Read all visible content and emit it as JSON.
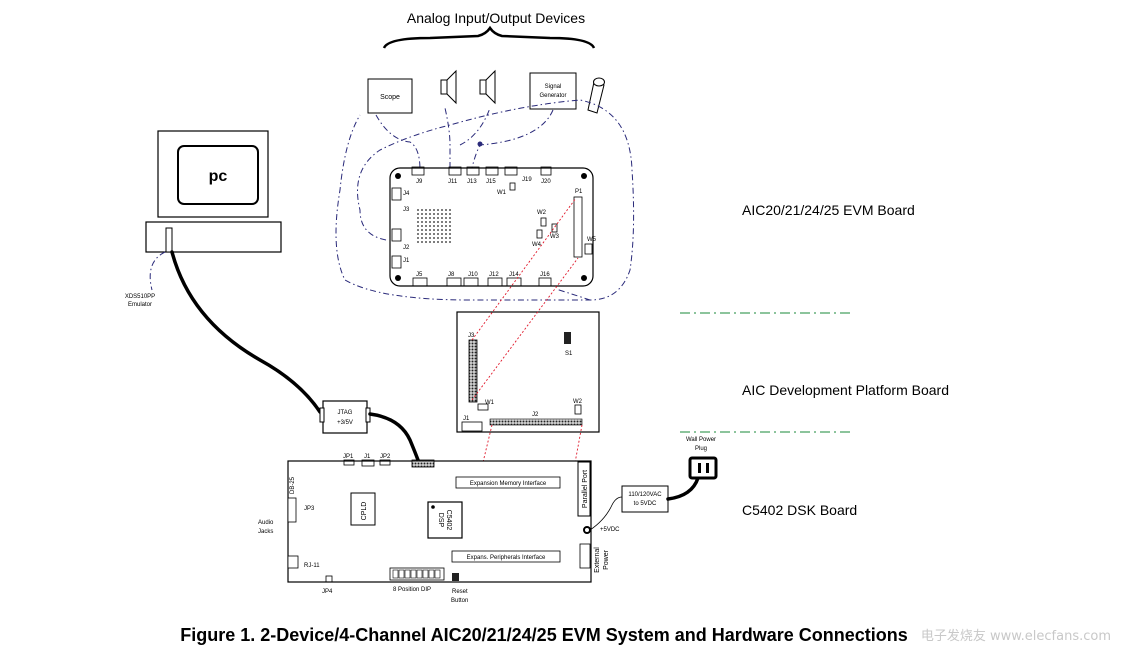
{
  "title": "Analog Input/Output Devices",
  "devices": {
    "scope": "Scope",
    "signal_gen_1": "Signal",
    "signal_gen_2": "Generator",
    "pc": "pc",
    "emulator_1": "XDS510PP",
    "emulator_2": "Emulator",
    "jtag_1": "JTAG",
    "jtag_2": "+3/5V",
    "wall_power_1": "Wall Power",
    "wall_power_2": "Plug",
    "adapter_1": "110/120VAC",
    "adapter_2": "to 5VDC"
  },
  "labels": {
    "evm_board": "AIC20/21/24/25 EVM Board",
    "dev_platform": "AIC Development Platform Board",
    "dsk_board": "C5402 DSK Board"
  },
  "evm": {
    "connectors": [
      "J9",
      "J11",
      "J13",
      "J15",
      "J19",
      "J20",
      "J4",
      "J3",
      "J2",
      "J1",
      "J5",
      "J8",
      "J10",
      "J12",
      "J14",
      "J16",
      "W1",
      "W2",
      "W3",
      "W4",
      "W5",
      "P1"
    ]
  },
  "platform": {
    "connectors": [
      "J3",
      "S1",
      "J1",
      "W1",
      "J2",
      "W2"
    ]
  },
  "dsk": {
    "jp1": "JP1",
    "j1": "J1",
    "jp2": "JP2",
    "db25": "DB-25",
    "jp3": "JP3",
    "audio_1": "Audio",
    "audio_2": "Jacks",
    "cpld": "CPLD",
    "dsp_1": "C5402",
    "dsp_2": "DSP",
    "exp_mem": "Expansion Memory Interface",
    "exp_per": "Expans. Peripherals Interface",
    "parallel": "Parallel Port",
    "plus5": "+5VDC",
    "ext_power_1": "External",
    "ext_power_2": "Power",
    "rj11": "RJ-11",
    "jp4": "JP4",
    "dip": "8 Position DIP",
    "reset_1": "Reset",
    "reset_2": "Button"
  },
  "caption": "Figure 1.  2-Device/4-Channel AIC20/21/24/25 EVM System and Hardware Connections",
  "watermark": "电子发烧友 www.elecfans.com"
}
